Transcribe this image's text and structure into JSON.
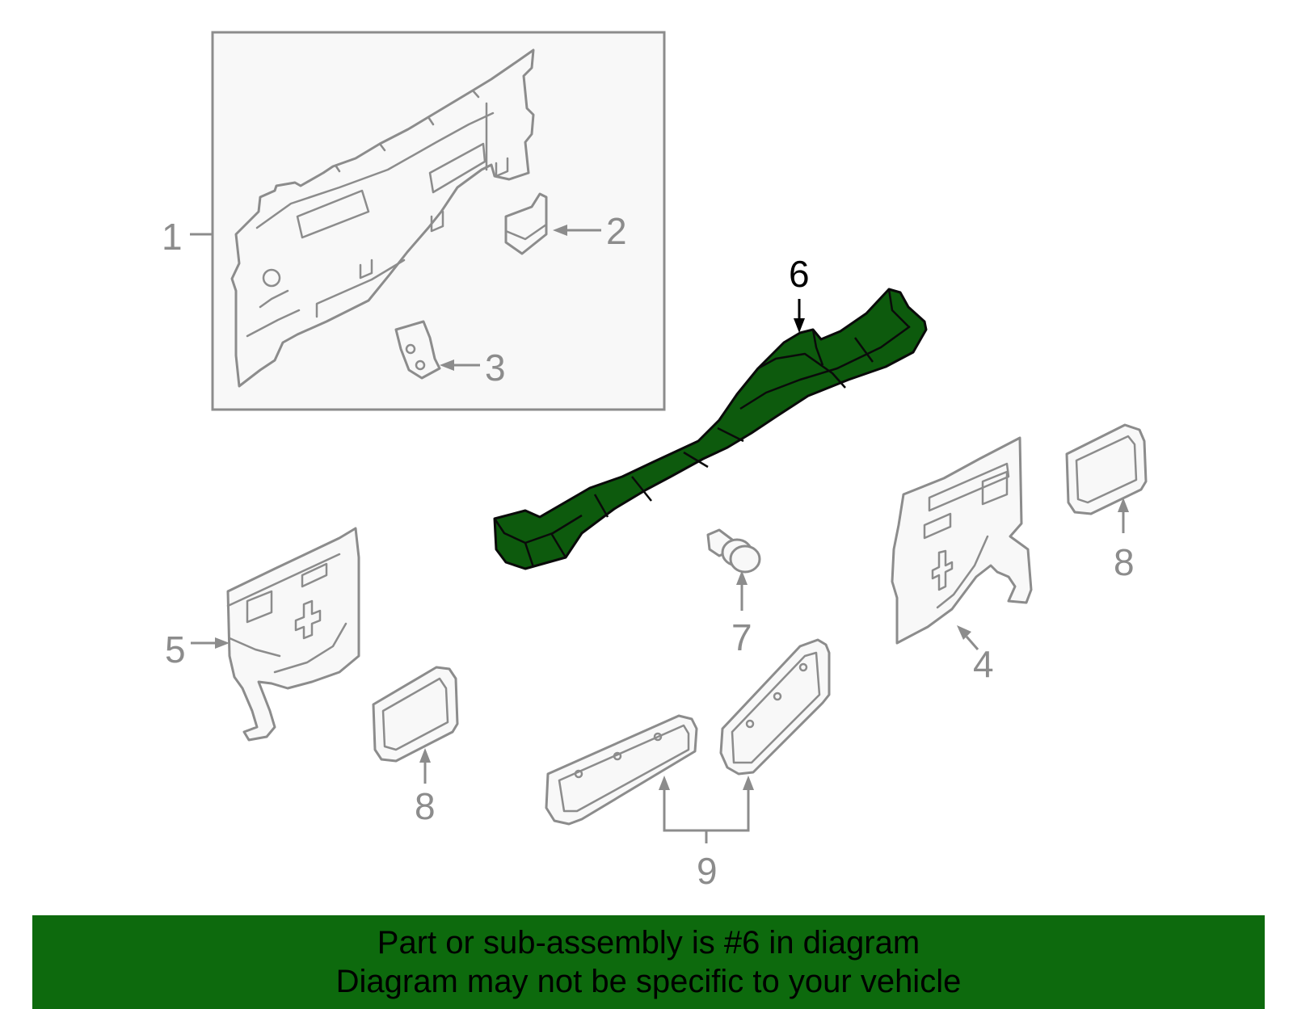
{
  "callouts": {
    "c1": "1",
    "c2": "2",
    "c3": "3",
    "c4": "4",
    "c5": "5",
    "c6": "6",
    "c7": "7",
    "c8a": "8",
    "c8b": "8",
    "c9": "9"
  },
  "highlight_part": "6",
  "colors": {
    "highlight_fill": "#0d5a0d",
    "banner": "#0d6a0d",
    "line_gray": "#8c8c8c"
  },
  "footer": {
    "line1": "Part or sub-assembly is #6 in diagram",
    "line2": "Diagram may not be specific to your vehicle"
  }
}
